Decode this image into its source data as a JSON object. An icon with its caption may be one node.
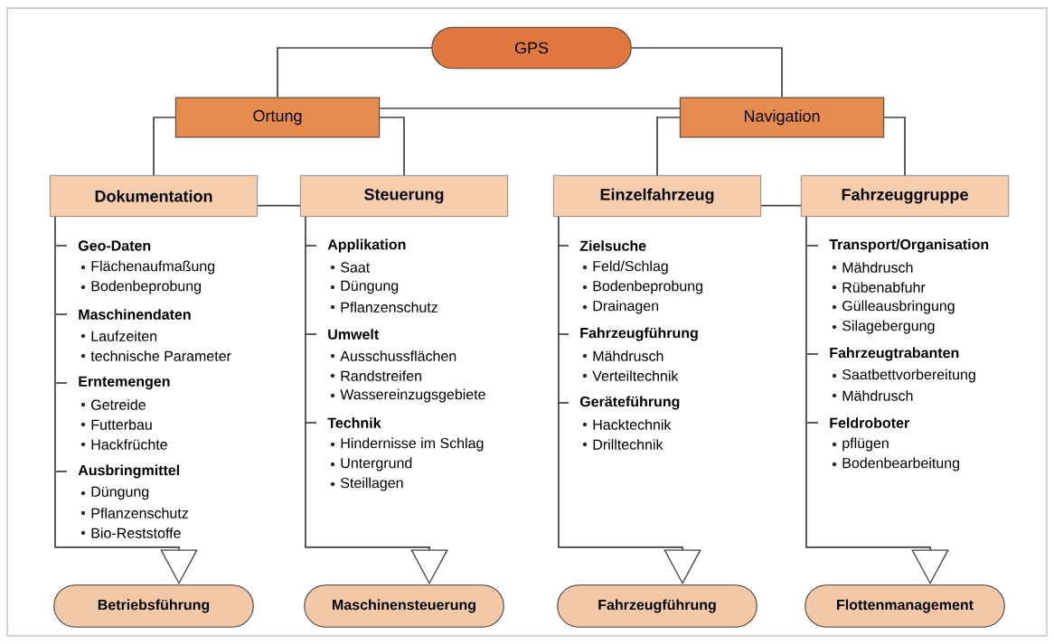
{
  "diagram": {
    "nodes": [
      {
        "text": [
          "GPS"
        ]
      },
      {
        "text": [
          "Ortung"
        ]
      },
      {
        "text": [
          "Navigation"
        ]
      },
      {
        "text": [
          "Dokumentation"
        ]
      },
      {
        "text": [
          "Steuerung"
        ]
      },
      {
        "text": [
          "Einzelfahrzeug"
        ]
      },
      {
        "text": [
          "Fahrzeuggruppe"
        ]
      },
      {
        "text": [
          "Betriebsführung"
        ]
      },
      {
        "text": [
          "Maschinensteuerung"
        ]
      },
      {
        "text": [
          "Fahrzeugführung"
        ]
      },
      {
        "text": [
          "Flottenmanagement"
        ]
      }
    ],
    "edges": [
      {
        "from": 0,
        "to": 1,
        "arrow": "none"
      },
      {
        "from": 0,
        "to": 2,
        "arrow": "none"
      },
      {
        "from": 1,
        "to": 2,
        "arrow": "none"
      },
      {
        "from": 1,
        "to": 3,
        "arrow": "none"
      },
      {
        "from": 1,
        "to": 4,
        "arrow": "none"
      },
      {
        "from": 2,
        "to": 5,
        "arrow": "none"
      },
      {
        "from": 2,
        "to": 6,
        "arrow": "none"
      },
      {
        "from": 3,
        "to": 4,
        "arrow": "none"
      },
      {
        "from": 5,
        "to": 6,
        "arrow": "none"
      },
      {
        "from": 3,
        "to": 7,
        "arrow": "to"
      },
      {
        "from": 4,
        "to": 8,
        "arrow": "to"
      },
      {
        "from": 5,
        "to": 9,
        "arrow": "to"
      },
      {
        "from": 6,
        "to": 10,
        "arrow": "to"
      }
    ],
    "labels": [
      "Geo-Daten",
      "Flächenaufmaßung",
      "Bodenbeprobung",
      "Maschinendaten",
      "Laufzeiten",
      "technische Parameter",
      "Erntemengen",
      "Getreide",
      "Futterbau",
      "Hackfrüchte",
      "Ausbringmittel",
      "Düngung",
      "Pflanzenschutz",
      "Bio-Reststoffe",
      "Applikation",
      "Saat",
      "Düngung",
      "Pflanzenschutz",
      "Umwelt",
      "Ausschussflächen",
      "Randstreifen",
      "Wassereinzugsgebiete",
      "Technik",
      "Hindernisse im Schlag",
      "Untergrund",
      "Steillagen",
      "Zielsuche",
      "Feld/Schlag",
      "Bodenbeprobung",
      "Drainagen",
      "Fahrzeugführung",
      "Mähdrusch",
      "Verteiltechnik",
      "Geräteführung",
      "Hacktechnik",
      "Drilltechnik",
      "Transport/Organisation",
      "Mähdrusch",
      "Rübenabfuhr",
      "Gülleausbringung",
      "Silagebergung",
      "Fahrzeugtrabanten",
      "Saatbettvorbereitung",
      "Mähdrusch",
      "Feldroboter",
      "pflügen",
      "Bodenbearbeitung"
    ]
  }
}
